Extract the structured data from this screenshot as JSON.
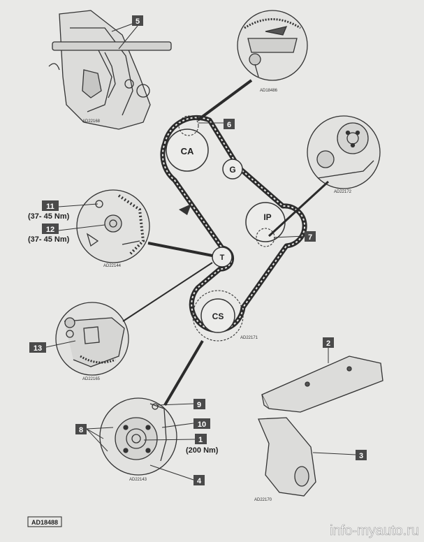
{
  "pulleys": {
    "ca": "CA",
    "g": "G",
    "ip": "IP",
    "t": "T",
    "cs": "CS"
  },
  "callouts": [
    {
      "id": "c5",
      "text": "5"
    },
    {
      "id": "c6",
      "text": "6"
    },
    {
      "id": "c11",
      "text": "11"
    },
    {
      "id": "c12",
      "text": "12"
    },
    {
      "id": "c7",
      "text": "7"
    },
    {
      "id": "c13",
      "text": "13"
    },
    {
      "id": "c2",
      "text": "2"
    },
    {
      "id": "c9",
      "text": "9"
    },
    {
      "id": "c10",
      "text": "10"
    },
    {
      "id": "c8",
      "text": "8"
    },
    {
      "id": "c1",
      "text": "1"
    },
    {
      "id": "c3",
      "text": "3"
    },
    {
      "id": "c4",
      "text": "4"
    }
  ],
  "torques": {
    "t11": "(37- 45 Nm)",
    "t12": "(37- 45 Nm)",
    "t1": "(200 Nm)"
  },
  "refs": {
    "r1": "AD22168",
    "r2": "AD18486",
    "r3": "AD22172",
    "r4": "AD22144",
    "r5": "AD22171",
    "r6": "AD22165",
    "r7": "AD22143",
    "r8": "AD22170"
  },
  "figure_id": "AD18488",
  "watermark": "info-myauto.ru",
  "colors": {
    "paper": "#e9e9e7",
    "ink": "#222222",
    "callout_fill": "#4a4a4a",
    "callout_text": "#ffffff"
  }
}
